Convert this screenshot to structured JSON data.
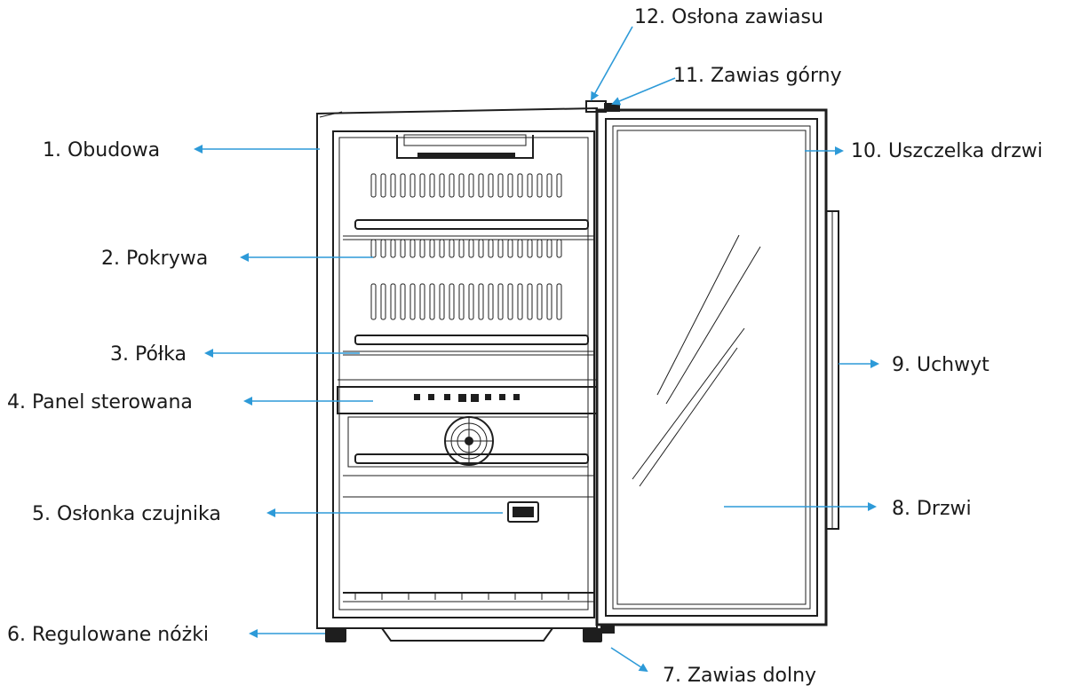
{
  "labels": {
    "l1": "1. Obudowa",
    "l2": "2. Pokrywa",
    "l3": "3. Półka",
    "l4": "4. Panel sterowana",
    "l5": "5. Osłonka czujnika",
    "l6": "6. Regulowane nóżki",
    "l7": "7. Zawias dolny",
    "l8": "8. Drzwi",
    "l9": "9. Uchwyt",
    "l10": "10. Uszczelka drzwi",
    "l11": "11. Zawias górny",
    "l12": "12. Osłona zawiasu"
  },
  "colors": {
    "arrow": "#2d9ad8",
    "line_art": "#1e1e1e",
    "text": "#1a1a1a"
  }
}
